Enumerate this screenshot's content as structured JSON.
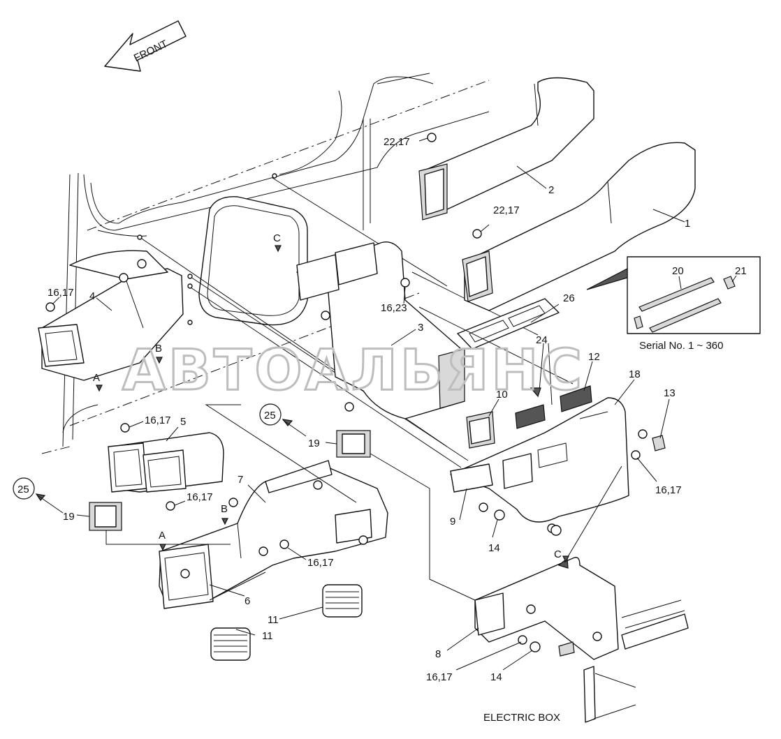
{
  "diagram": {
    "front_arrow_label": "FRONT",
    "watermark": "АВТОАЛЬЯНС",
    "inset_caption": "Serial No. 1 ~ 360",
    "electric_box_label": "ELECTRIC BOX",
    "view_markers": {
      "a_top": "A",
      "b_top": "B",
      "c_top": "C",
      "a_bottom": "A",
      "b_bottom": "B",
      "c_bottom": "C"
    },
    "callouts": {
      "c1": "1",
      "c2": "2",
      "c3": "3",
      "c4": "4",
      "c5": "5",
      "c6": "6",
      "c7": "7",
      "c8": "8",
      "c9": "9",
      "c10": "10",
      "c11a": "11",
      "c11b": "11",
      "c12": "12",
      "c13": "13",
      "c14a": "14",
      "c14b": "14",
      "c16_17a": "16,17",
      "c16_17b": "16,17",
      "c16_17c": "16,17",
      "c16_17d": "16,17",
      "c16_17e": "16,17",
      "c16_17f": "16,17",
      "c16_23": "16,23",
      "c18": "18",
      "c19a": "19",
      "c19b": "19",
      "c20": "20",
      "c21": "21",
      "c22_17a": "22,17",
      "c22_17b": "22,17",
      "c24": "24",
      "c25a": "25",
      "c25b": "25",
      "c26": "26"
    }
  }
}
